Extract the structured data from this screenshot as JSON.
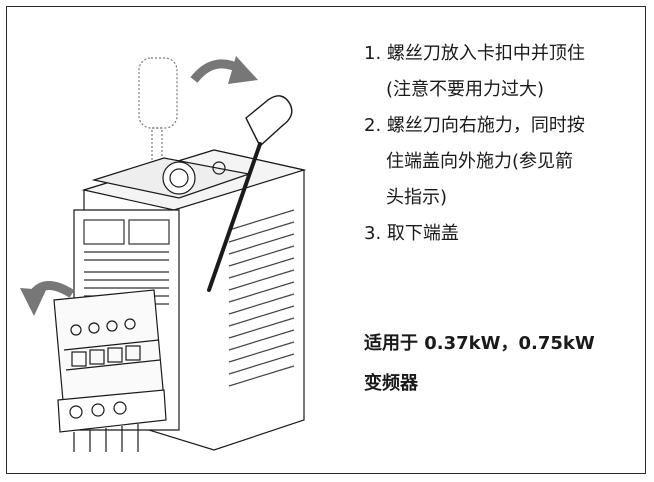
{
  "instructions": {
    "step1_line1": "1. 螺丝刀放入卡扣中并顶住",
    "step1_line2": "(注意不要用力过大)",
    "step2_line1": "2. 螺丝刀向右施力，同时按",
    "step2_line2": "住端盖向外施力(参见箭",
    "step2_line3": "头指示)",
    "step3_line1": "3. 取下端盖"
  },
  "applies": {
    "line1": "适用于 0.37kW，0.75kW",
    "line2": "变频器"
  },
  "illustration": {
    "subject": "inverter-cover-removal",
    "icons": [
      "curved-arrow-icon",
      "screwdriver-icon",
      "curved-arrow-icon"
    ]
  }
}
